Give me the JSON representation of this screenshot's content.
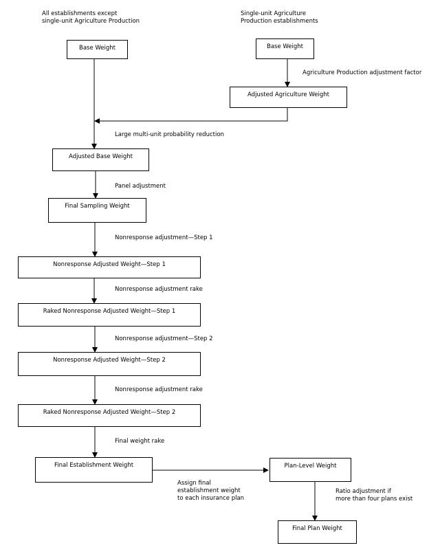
{
  "sources": {
    "left": "All establishments except\nsingle-unit Agriculture Production",
    "right": "Single-unit Agriculture\nProduction establishments"
  },
  "boxes": {
    "base_weight_left": "Base Weight",
    "base_weight_right": "Base Weight",
    "adjusted_agriculture_weight": "Adjusted Agriculture Weight",
    "adjusted_base_weight": "Adjusted Base Weight",
    "final_sampling_weight": "Final Sampling Weight",
    "nonresponse_step1": "Nonresponse Adjusted Weight—Step 1",
    "raked_step1": "Raked Nonresponse Adjusted Weight—Step 1",
    "nonresponse_step2": "Nonresponse Adjusted Weight—Step 2",
    "raked_step2": "Raked Nonresponse Adjusted Weight—Step 2",
    "final_establishment_weight": "Final Establishment Weight",
    "plan_level_weight": "Plan-Level Weight",
    "final_plan_weight": "Final Plan Weight"
  },
  "edge_labels": {
    "agriculture_adjustment": "Agriculture Production adjustment factor",
    "multi_unit_reduction": "Large multi-unit probability reduction",
    "panel_adjustment": "Panel adjustment",
    "nonresponse_step1": "Nonresponse adjustment—Step 1",
    "rake1": "Nonresponse adjustment rake",
    "nonresponse_step2": "Nonresponse adjustment—Step 2",
    "rake2": "Nonresponse adjustment rake",
    "final_weight_rake": "Final weight rake",
    "assign_plan": "Assign final\nestablishment weight\nto each insurance plan",
    "ratio_adjustment": "Ratio adjustment if\nmore than four plans exist"
  }
}
